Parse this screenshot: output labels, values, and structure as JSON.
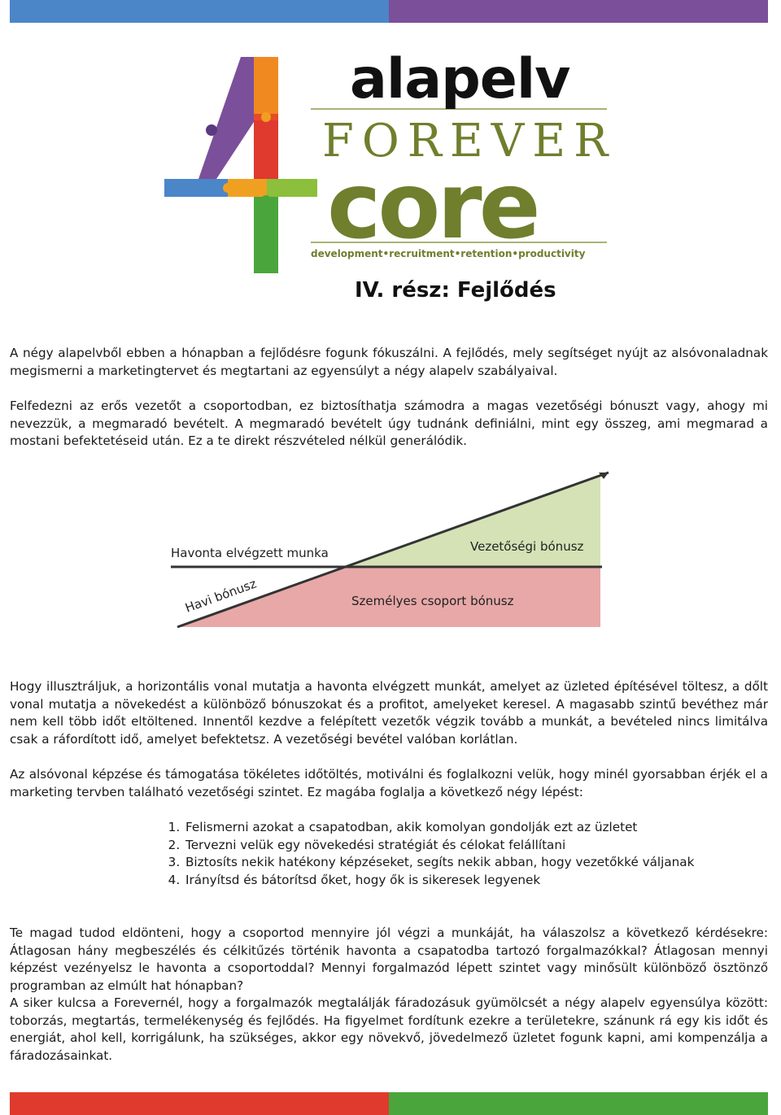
{
  "header": {
    "wordmark": "alapelv",
    "logo_forever": "FOREVER",
    "logo_core": "core",
    "logo_tagline": "development•recruitment•retention•productivity",
    "subtitle": "IV. rész:  Fejlődés"
  },
  "colors": {
    "top_bar": [
      "#4a86c8",
      "#7b4f9a"
    ],
    "bottom_bar": [
      "#e03a2e",
      "#4aa63c"
    ],
    "olive": "#6f7f2d",
    "green_area": "#d4e2b6",
    "red_area": "#e8a8a8"
  },
  "paragraphs": {
    "p1": "A négy alapelvből ebben a hónapban a fejlődésre fogunk fókuszálni. A fejlődés, mely segítséget nyújt az alsóvonaladnak megismerni a marketingtervet és megtartani az egyensúlyt a négy alapelv szabályaival.",
    "p2": "Felfedezni az erős vezetőt a csoportodban, ez biztosíthatja számodra a magas vezetőségi bónuszt vagy, ahogy mi nevezzük, a megmaradó bevételt. A megmaradó bevételt úgy tudnánk definiálni, mint egy összeg, ami megmarad a mostani befektetéseid után. Ez a te direkt részvételed nélkül generálódik.",
    "p3": "Hogy illusztráljuk, a horizontális vonal mutatja a havonta elvégzett munkát, amelyet az üzleted építésével töltesz, a dőlt vonal mutatja a növekedést a különböző bónuszokat és a profitot, amelyeket keresel. A magasabb szintű bevéthez már nem kell több időt eltöltened. Innentől kezdve a felépített vezetők végzik tovább a munkát, a bevételed nincs limitálva csak a ráfordított idő, amelyet befektetsz. A vezetőségi bevétel valóban korlátlan.",
    "p4": "Az alsóvonal képzése és támogatása tökéletes időtöltés, motiválni és foglalkozni velük, hogy minél gyorsabban érjék el a marketing tervben található vezetőségi szintet. Ez magába foglalja a következő négy lépést:",
    "p5": "Te magad tudod eldönteni, hogy a csoportod mennyire jól végzi a munkáját, ha válaszolsz a következő kérdésekre: Átlagosan hány megbeszélés és célkitűzés történik havonta a csapatodba tartozó forgalmazókkal? Átlagosan mennyi képzést vezényelsz le havonta a csoportoddal? Mennyi forgalmazód lépett szintet vagy minősült különböző ösztönző programban az elmúlt hat hónapban?",
    "p6": "A siker kulcsa a Forevernél, hogy a forgalmazók megtalálják fáradozásuk gyümölcsét a négy alapelv egyensúlya között: toborzás, megtartás, termelékenység és fejlődés. Ha figyelmet fordítunk ezekre a területekre, szánunk rá egy kis időt és energiát, ahol kell, korrigálunk, ha szükséges, akkor egy növekvő, jövedelmező üzletet fogunk kapni, ami kompenzálja a fáradozásainkat."
  },
  "diagram": {
    "label_monthly_work": "Havonta elvégzett munka",
    "label_leadership_bonus": "Vezetőségi bónusz",
    "label_monthly_bonus": "Havi bónusz",
    "label_group_bonus": "Személyes csoport bónusz"
  },
  "steps": [
    "Felismerni azokat a csapatodban, akik komolyan gondolják ezt az üzletet",
    "Tervezni velük egy növekedési stratégiát és célokat felállítani",
    "Biztosíts nekik hatékony képzéseket, segíts nekik abban, hogy vezetőkké váljanak",
    "Irányítsd és bátorítsd őket, hogy ők is sikeresek legyenek"
  ]
}
